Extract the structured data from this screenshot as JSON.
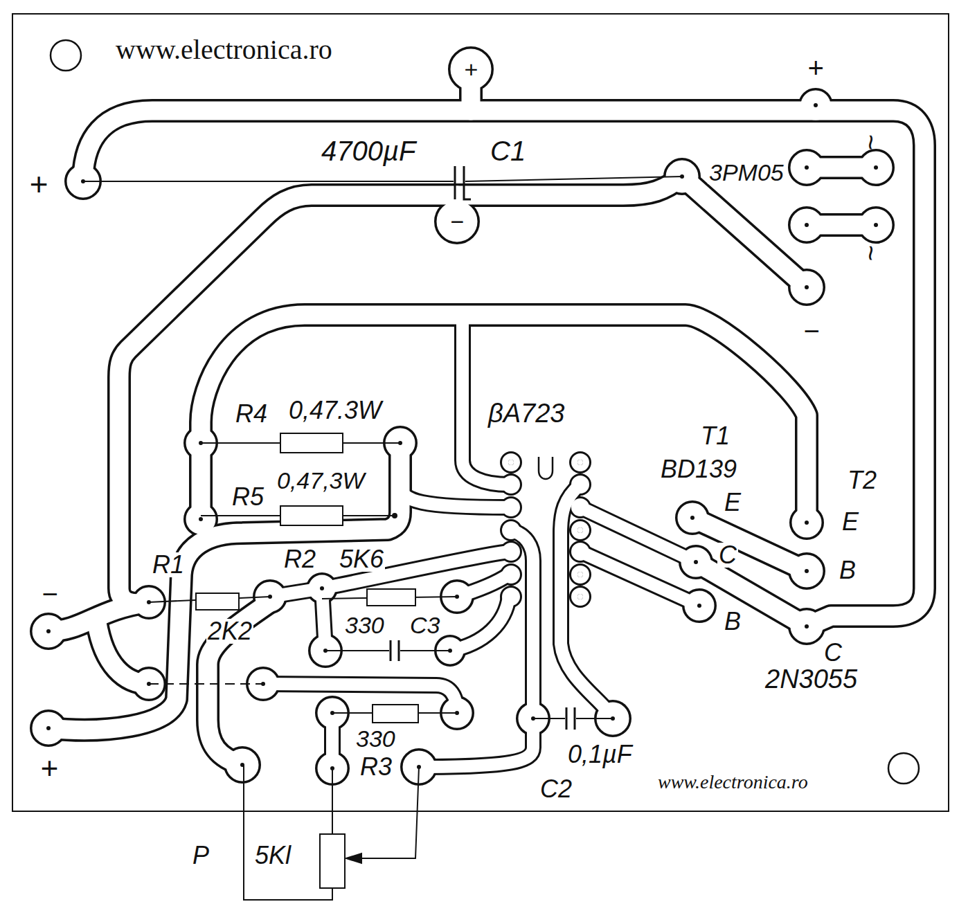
{
  "diagram": {
    "labels": [
      "www.electronica.ro",
      "+",
      "4700µF",
      "C1",
      "+",
      "3PM05",
      "~",
      "~",
      "−",
      "+",
      "−",
      "R4",
      "0,47.3W",
      "R5",
      "0,47,3W",
      "βA723",
      "T1",
      "BD139",
      "T2",
      "E",
      "E",
      "C",
      "B",
      "B",
      "C",
      "2N3055",
      "R1",
      "2K2",
      "R2",
      "5K6",
      "330",
      "C3",
      "−",
      "+",
      "330",
      "R3",
      "0,1µF",
      "C2",
      "www.electronica.ro",
      "P",
      "5Kl"
    ]
  }
}
